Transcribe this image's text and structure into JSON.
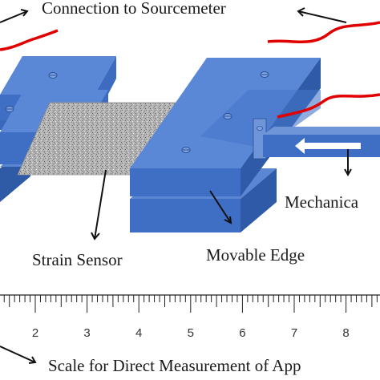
{
  "labels": {
    "connection": "Connection to Sourcemeter",
    "strain_sensor": "Strain Sensor",
    "movable_edge": "Movable Edge",
    "mechanical": "Mechanica",
    "scale": "Scale for Direct Measurement of App"
  },
  "ruler": {
    "numbers": [
      "2",
      "3",
      "4",
      "5",
      "6",
      "7",
      "8"
    ]
  },
  "colors": {
    "block_top": "#5b88d6",
    "block_front": "#3f6fc4",
    "block_side": "#2e5aa8",
    "wire": "#e00000",
    "sensor": "#a8a8a8",
    "text": "#1a1a1a"
  }
}
